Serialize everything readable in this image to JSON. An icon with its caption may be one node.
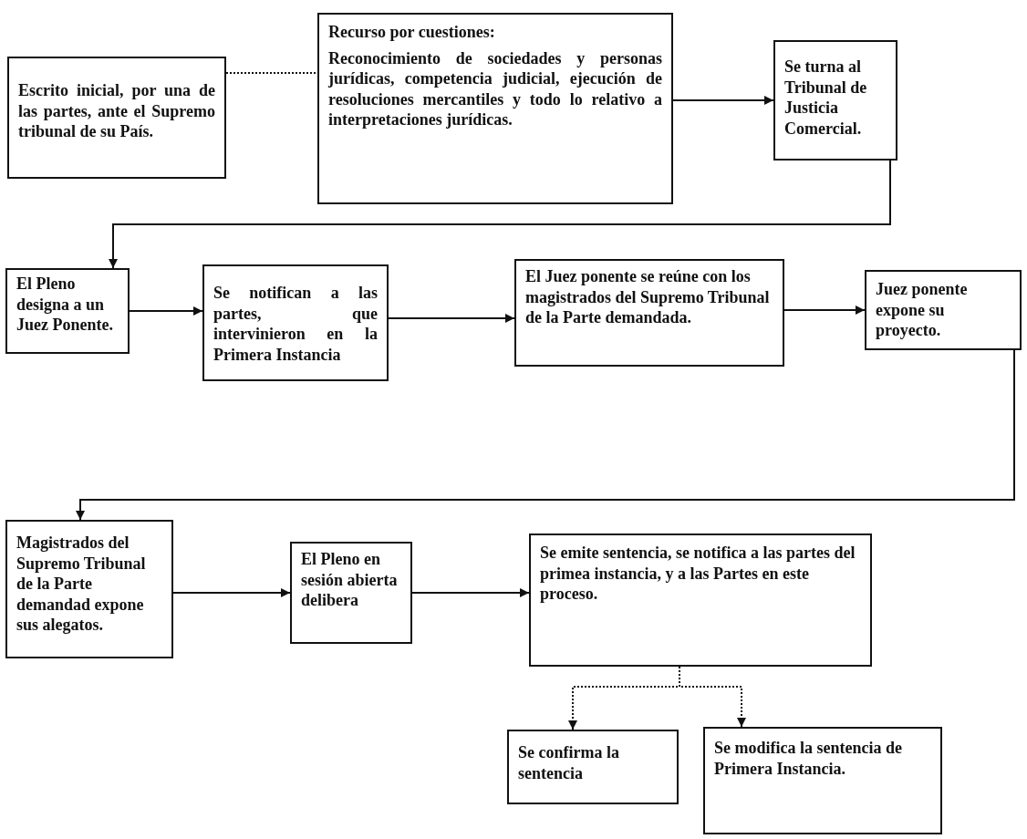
{
  "diagram": {
    "nodes": [
      {
        "text": [
          "Escrito inicial, por una de las partes, ante el Supremo tribunal de su País."
        ]
      },
      {
        "text": [
          "Recurso por cuestiones:",
          "Reconocimiento de sociedades y personas jurídicas, competencia judicial, ejecución de resoluciones mercantiles y todo lo relativo a interpretaciones jurídicas."
        ]
      },
      {
        "text": [
          "Se turna al Tribunal de Justicia Comercial."
        ]
      },
      {
        "text": [
          "El Pleno designa a un Juez Ponente."
        ]
      },
      {
        "text": [
          "Se notifican a las partes, que intervinieron en la Primera Instancia"
        ]
      },
      {
        "text": [
          "El Juez ponente se reúne con los magistrados del Supremo Tribunal de la Parte demandada."
        ]
      },
      {
        "text": [
          "Juez ponente expone su proyecto."
        ]
      },
      {
        "text": [
          "Magistrados del Supremo Tribunal de la Parte demandad expone sus alegatos."
        ]
      },
      {
        "text": [
          "El Pleno en sesión abierta delibera"
        ]
      },
      {
        "text": [
          "Se emite sentencia, se notifica a las partes del primea instancia, y a las Partes en este proceso."
        ]
      },
      {
        "text": [
          "Se confirma la sentencia"
        ]
      },
      {
        "text": [
          "Se modifica la sentencia de Primera Instancia."
        ]
      }
    ],
    "edges": [
      {
        "from": 0,
        "to": 1,
        "arrow": "none",
        "style": "dashed"
      },
      {
        "from": 1,
        "to": 2,
        "arrow": "to"
      },
      {
        "from": 2,
        "to": 3,
        "arrow": "to"
      },
      {
        "from": 3,
        "to": 4,
        "arrow": "to"
      },
      {
        "from": 4,
        "to": 5,
        "arrow": "to"
      },
      {
        "from": 5,
        "to": 6,
        "arrow": "to"
      },
      {
        "from": 6,
        "to": 7,
        "arrow": "to"
      },
      {
        "from": 7,
        "to": 8,
        "arrow": "to"
      },
      {
        "from": 8,
        "to": 9,
        "arrow": "to"
      },
      {
        "from": 9,
        "to": 10,
        "arrow": "to",
        "style": "dashed"
      },
      {
        "from": 9,
        "to": 11,
        "arrow": "to",
        "style": "dashed"
      }
    ]
  }
}
